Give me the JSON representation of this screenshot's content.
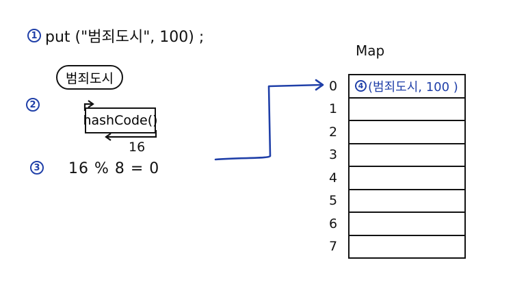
{
  "steps": {
    "step1": {
      "badge": "1",
      "text": "put (\"범죄도시\", 100) ;"
    },
    "step2": {
      "badge": "2",
      "key": "범죄도시",
      "function": "hashCode()",
      "result": "16"
    },
    "step3": {
      "badge": "3",
      "expression": "16 % 8  = 0"
    }
  },
  "map": {
    "title": "Map",
    "rows": [
      {
        "index": "0",
        "badge": "4",
        "value": "(범죄도시, 100 )"
      },
      {
        "index": "1",
        "value": ""
      },
      {
        "index": "2",
        "value": ""
      },
      {
        "index": "3",
        "value": ""
      },
      {
        "index": "4",
        "value": ""
      },
      {
        "index": "5",
        "value": ""
      },
      {
        "index": "6",
        "value": ""
      },
      {
        "index": "7",
        "value": ""
      }
    ]
  },
  "colors": {
    "ink": "#111111",
    "accent": "#1f3fa8"
  }
}
